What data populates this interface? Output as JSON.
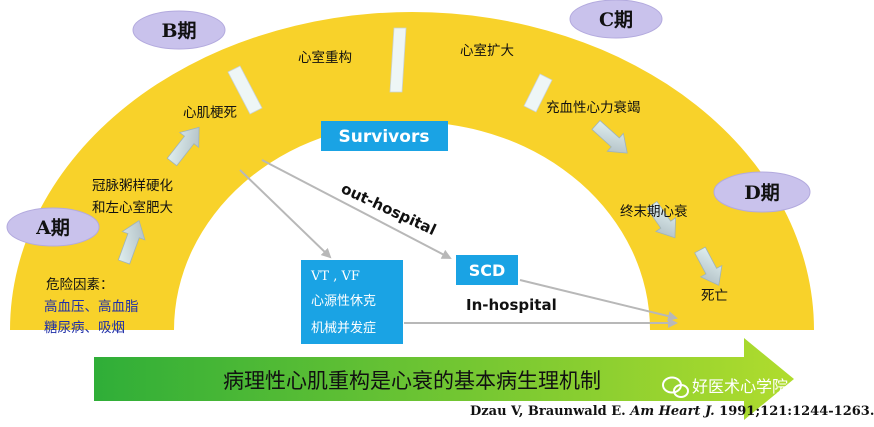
{
  "phases": {
    "a": "A期",
    "b": "B期",
    "c": "C期",
    "d": "D期"
  },
  "stages": {
    "risk_title": "危险因素：",
    "risk_line1": "高血压、高血脂",
    "risk_line2": "糖尿病、吸烟",
    "atherosclerosis_line1": "冠脉粥样硬化",
    "atherosclerosis_line2": "和左心室肥大",
    "mi": "心肌梗死",
    "remodeling": "心室重构",
    "dilation": "心室扩大",
    "chf": "充血性心力衰竭",
    "endstage": "终末期心衰",
    "death": "死亡"
  },
  "boxes": {
    "survivors": "Survivors",
    "scd": "SCD",
    "complications_line1": "VT , VF",
    "complications_line2": "心源性休克",
    "complications_line3": "机械并发症"
  },
  "flow_labels": {
    "out_hospital": "out-hospital",
    "in_hospital": "In-hospital"
  },
  "banner": "病理性心肌重构是心衰的基本病生理机制",
  "watermark": "好医术心学院",
  "citation": {
    "authors": "Dzau V, Braunwald E.",
    "journal": "Am Heart J.",
    "details": "1991;121:1244-1263."
  },
  "colors": {
    "arch": "#f8d22a",
    "phase_bubble": "#c9c2ec",
    "blue_box": "#1aa3e4",
    "banner_start": "#2fae38",
    "banner_end": "#a8d92d"
  }
}
